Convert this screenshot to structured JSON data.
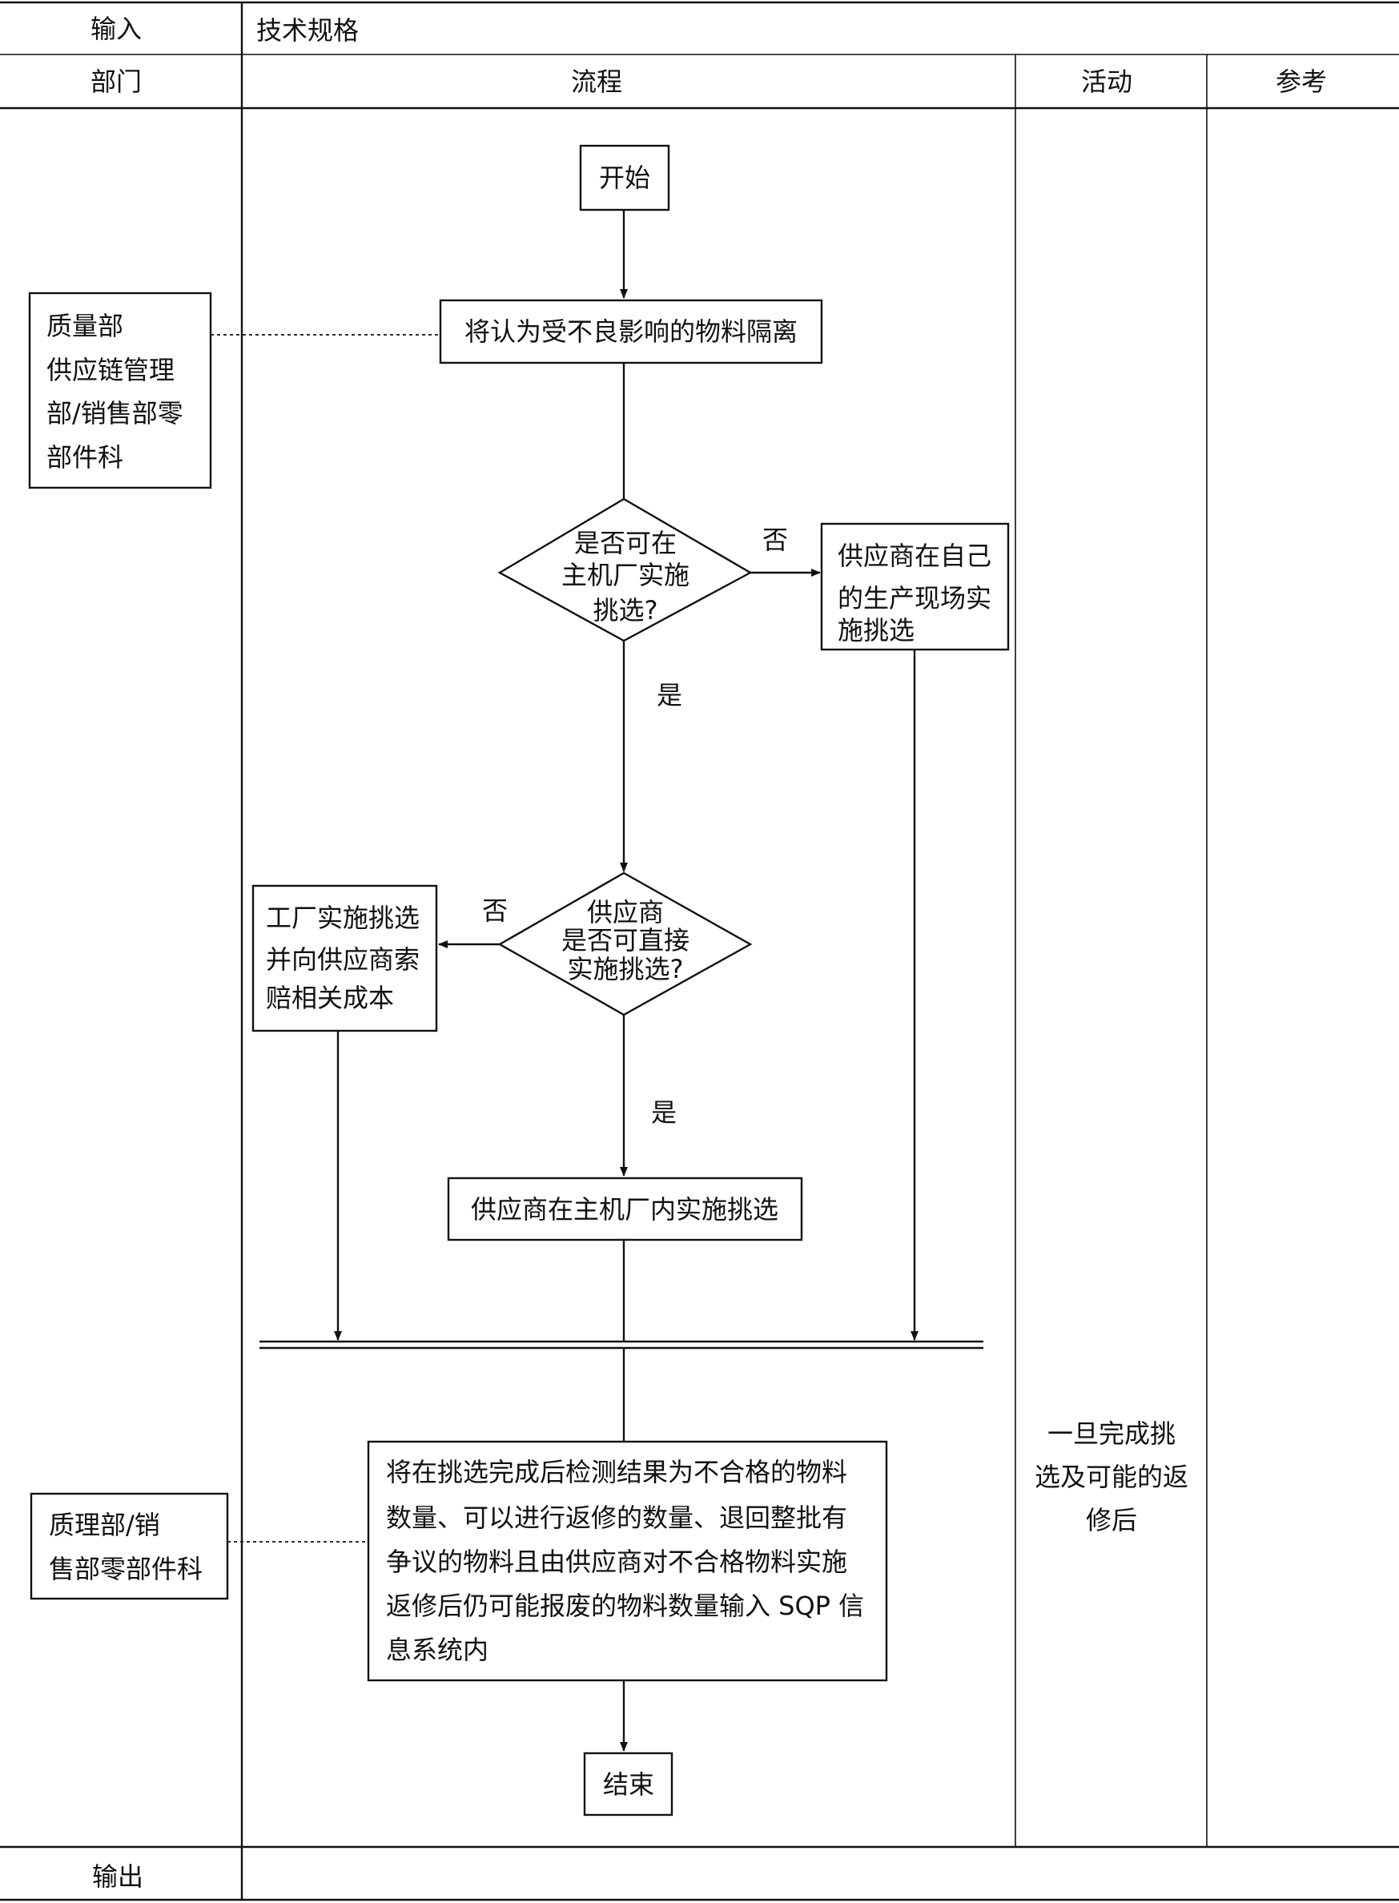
{
  "header": {
    "input_label": "输入",
    "input_value": "技术规格",
    "dept_label": "部门",
    "flow_label": "流程",
    "activity_label": "活动",
    "reference_label": "参考",
    "output_label": "输出"
  },
  "departments": {
    "dept1": [
      "质量部",
      "供应链管理",
      "部/销售部零",
      "部件科"
    ],
    "dept2": [
      "质理部/销",
      "售部零部件科"
    ]
  },
  "flow": {
    "start": "开始",
    "isolate": "将认为受不良影响的物料隔离",
    "decision1": [
      "是否可在",
      "主机厂实施",
      "挑选?"
    ],
    "no1": "否",
    "supplier_site": [
      "供应商在自己",
      "的生产现场实",
      "施挑选"
    ],
    "yes1": "是",
    "decision2": [
      "供应商",
      "是否可直接",
      "实施挑选?"
    ],
    "no2": "否",
    "factory_pick": [
      "工厂实施挑选",
      "并向供应商索",
      "赔相关成本"
    ],
    "yes2": "是",
    "supplier_in_plant": "供应商在主机厂内实施挑选",
    "input_sqp": [
      "将在挑选完成后检测结果为不合格的物料",
      "数量、可以进行返修的数量、退回整批有",
      "争议的物料且由供应商对不合格物料实施",
      "返修后仍可能报废的物料数量输入 SQP 信",
      "息系统内"
    ],
    "end": "结束"
  },
  "activity": {
    "note": [
      "一旦完成挑",
      "选及可能的返",
      "修后"
    ]
  }
}
